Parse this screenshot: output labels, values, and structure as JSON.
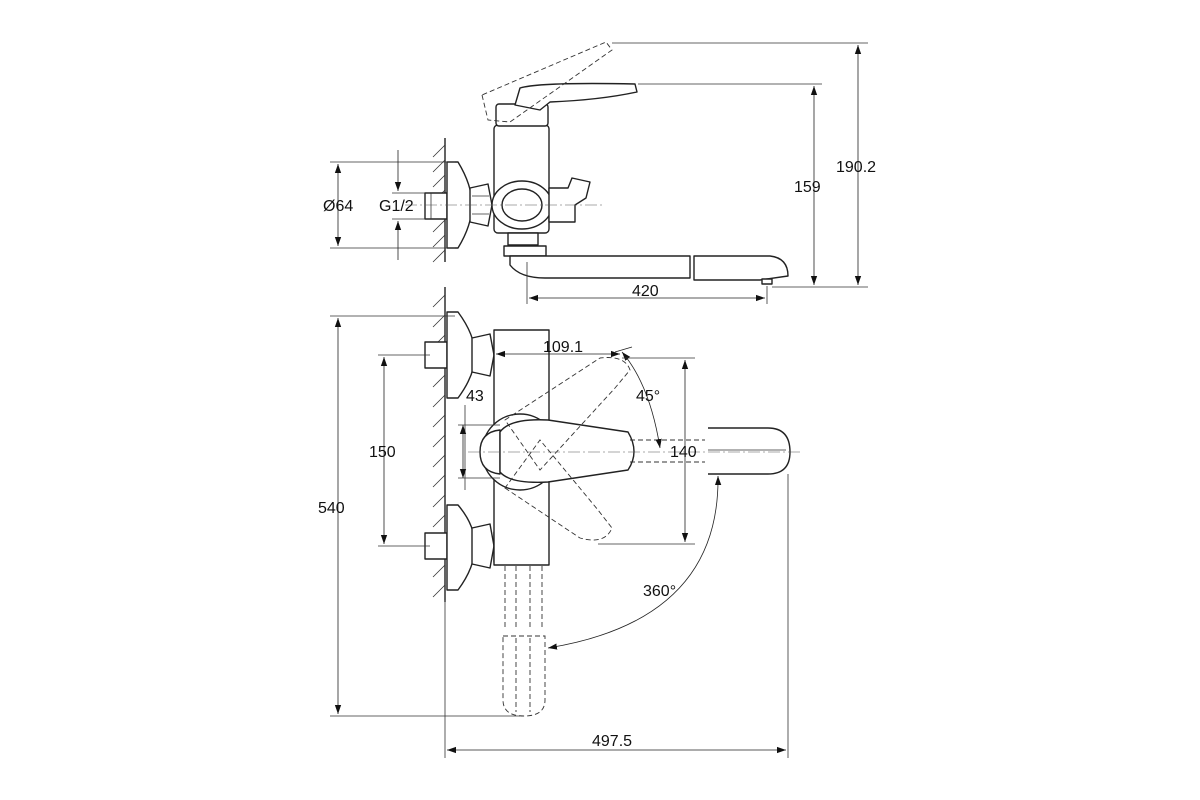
{
  "dimensions": {
    "overall_height": "190.2",
    "spout_height": "159",
    "flange_diameter": "Ø64",
    "thread": "G1/2",
    "spout_length": "420",
    "lever_reach": "109.1",
    "lever_angle": "45°",
    "handle_offset": "43",
    "inlet_spacing": "150",
    "body_height": "540",
    "swing_depth": "140",
    "spout_rotation": "360°",
    "overall_width": "497.5"
  },
  "colors": {
    "line": "#222222",
    "background": "#ffffff"
  }
}
